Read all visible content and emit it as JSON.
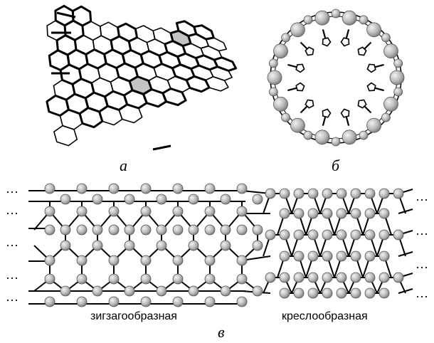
{
  "panels": {
    "a": {
      "label": "а"
    },
    "b": {
      "label": "б"
    },
    "c": {
      "label": "в"
    }
  },
  "captions": {
    "zigzag": "зигзагообразная",
    "armchair": "креслообразная"
  },
  "ellipsis": "…",
  "colors": {
    "line": "#000000",
    "atom_fill": "#b8b8b8",
    "atom_stroke": "#555555",
    "shade": "#c4c4c4"
  }
}
